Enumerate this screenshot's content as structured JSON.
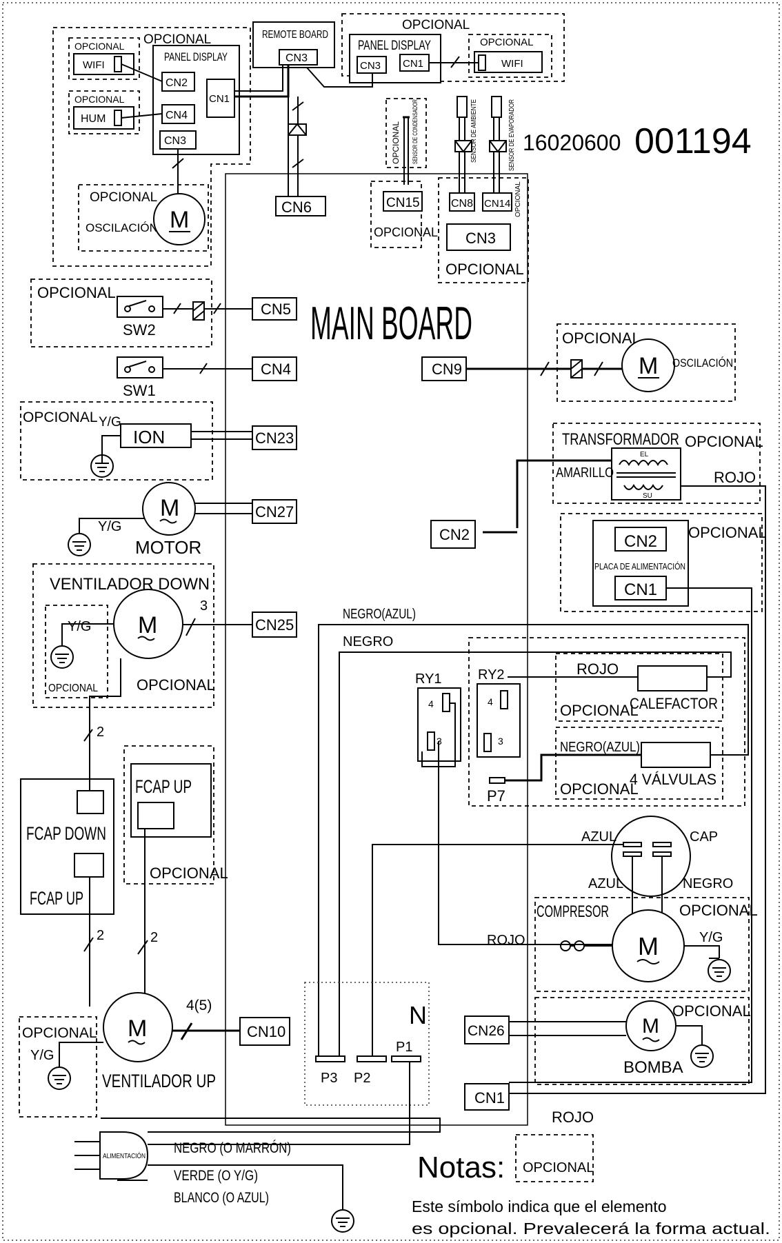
{
  "doc_code": {
    "prefix": "16020600",
    "number": "001194"
  },
  "main_board": "MAIN BOARD",
  "optional": "OPCIONAL",
  "remote_board": {
    "title": "REMOTE BOARD",
    "cn": "CN3"
  },
  "display_left": {
    "title": "PANEL DISPLAY",
    "cn2": "CN2",
    "cn4": "CN4",
    "cn3": "CN3",
    "cn1": "CN1",
    "wifi": "WIFI",
    "hum": "HUM"
  },
  "display_right": {
    "title": "PANEL DISPLAY",
    "cn3": "CN3",
    "cn1": "CN1",
    "wifi": "WIFI"
  },
  "oscillation_top": {
    "label": "OSCILACIÓN",
    "motor": "M"
  },
  "sensors": {
    "condenser": "SENSOR DE CONDENSADOR",
    "ambient": "SENSOR DE AMBIENTE",
    "evaporator": "SENSOR DE EVAPORADOR"
  },
  "connectors": {
    "cn6": "CN6",
    "cn15": "CN15",
    "cn8": "CN8",
    "cn14": "CN14",
    "cn3": "CN3",
    "cn5": "CN5",
    "cn4": "CN4",
    "cn9": "CN9",
    "cn23": "CN23",
    "cn27": "CN27",
    "cn2": "CN2",
    "cn25": "CN25",
    "cn10": "CN10",
    "cn26": "CN26",
    "cn1": "CN1"
  },
  "switches": {
    "sw2": "SW2",
    "sw1": "SW1"
  },
  "ion": {
    "label": "ION",
    "ground": "Y/G"
  },
  "oscillation_right": {
    "label": "OSCILACIÓN",
    "motor": "M"
  },
  "transformer": {
    "title": "TRANSFORMADOR",
    "yellow": "AMARILLO",
    "red": "ROJO",
    "el": "EL",
    "su": "SU"
  },
  "motor": {
    "label": "MOTOR",
    "ground": "Y/G",
    "m": "M"
  },
  "power_board": {
    "cn2": "CN2",
    "title": "PLACA DE ALIMENTACIÓN",
    "cn1": "CN1"
  },
  "fan_down": {
    "title": "VENTILADOR DOWN",
    "wires": "3",
    "ground": "Y/G",
    "m": "M"
  },
  "wires": {
    "black_blue": "NEGRO(AZUL)",
    "black": "NEGRO",
    "red": "ROJO",
    "black_blue2": "NEGRO(AZUL)",
    "red_comp": "ROJO",
    "red_bottom": "ROJO"
  },
  "relays": {
    "ry1": "RY1",
    "ry2": "RY2",
    "p7": "P7",
    "n4": "4",
    "n3": "3"
  },
  "heater": "CALEFACTOR",
  "valves": "4 VÁLVULAS",
  "fcap_down_box": {
    "down": "FCAP DOWN",
    "up": "FCAP UP"
  },
  "fcap_up_box": {
    "up": "FCAP UP"
  },
  "cap": {
    "label": "CAP",
    "azul1": "AZUL",
    "azul2": "AZUL",
    "negro": "NEGRO"
  },
  "compressor": {
    "label": "COMPRESOR",
    "ground": "Y/G",
    "m": "M"
  },
  "counts": {
    "two_a": "2",
    "two_b": "2",
    "two_c": "2",
    "four_five": "4(5)"
  },
  "fan_up": {
    "label": "VENTILADOR UP",
    "ground": "Y/G",
    "m": "M"
  },
  "neutral": {
    "n": "N",
    "p1": "P1",
    "p2": "P2",
    "p3": "P3"
  },
  "pump": {
    "label": "BOMBA",
    "m": "M"
  },
  "power": {
    "plug": "ALIMENTACIÓN",
    "black": "NEGRO (O MARRÓN)",
    "green": "VERDE (O Y/G)",
    "white": "BLANCO (O AZUL)"
  },
  "notes": {
    "title": "Notas:",
    "box": "OPCIONAL",
    "line1": "Este símbolo indica que el elemento",
    "line2": "es opcional. Prevalecerá la forma actual."
  }
}
